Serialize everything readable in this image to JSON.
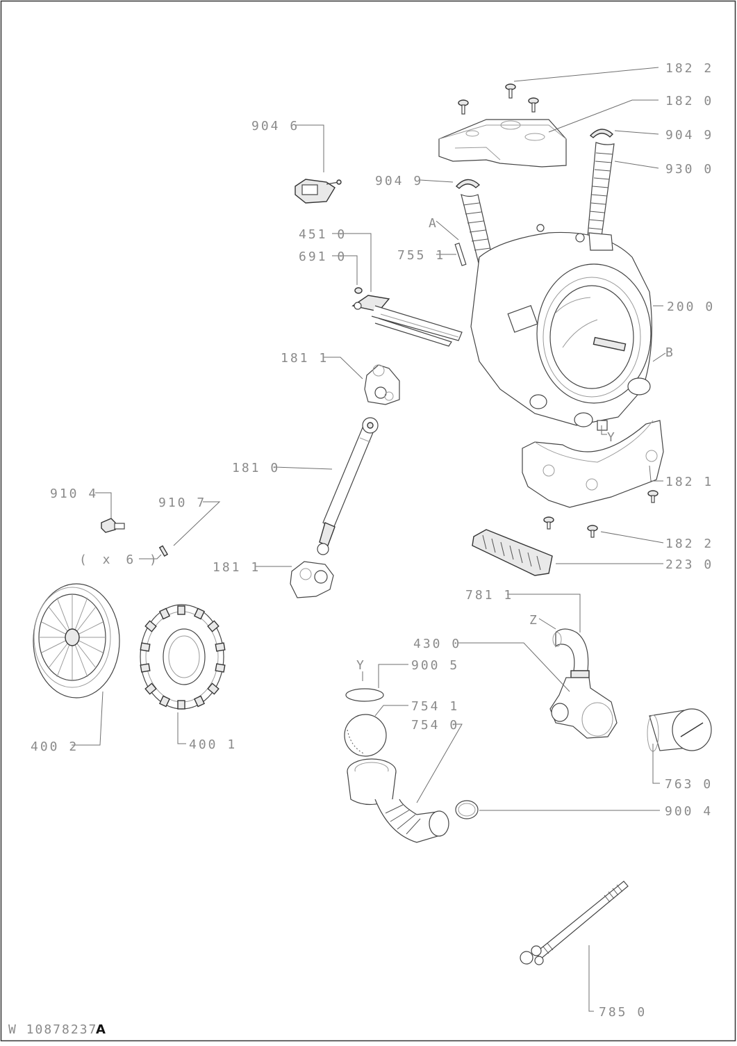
{
  "labels": {
    "p1822_top": "182 2",
    "p1820": "182 0",
    "p9049_right": "904 9",
    "p9046": "904 6",
    "p9049_left": "904 9",
    "p9300": "930 0",
    "pA": "A",
    "p4510": "451 0",
    "p6910": "691 0",
    "p7551": "755 1",
    "p2000": "200 0",
    "pB": "B",
    "p1811_top": "181 1",
    "pY_tub": "Y",
    "p1810": "181 0",
    "p1821": "182 1",
    "p9104": "910 4",
    "p9107": "910 7",
    "qty": "( x 6 )",
    "p1822_bottom": "182 2",
    "p1811_bottom": "181 1",
    "p2230": "223 0",
    "p7811": "781 1",
    "pZ": "Z",
    "p4300": "430 0",
    "pY_pump": "Y",
    "p9005": "900 5",
    "p7541": "754 1",
    "p7540": "754 0",
    "p4002": "400 2",
    "p4001": "400 1",
    "p7630": "763 0",
    "p9004": "900 4",
    "p7850": "785 0"
  },
  "document": {
    "id": "W 10878237",
    "revision": "A"
  },
  "colors": {
    "label": "#8a8a8a",
    "line": "#6e6e6e",
    "border": "#333333"
  }
}
